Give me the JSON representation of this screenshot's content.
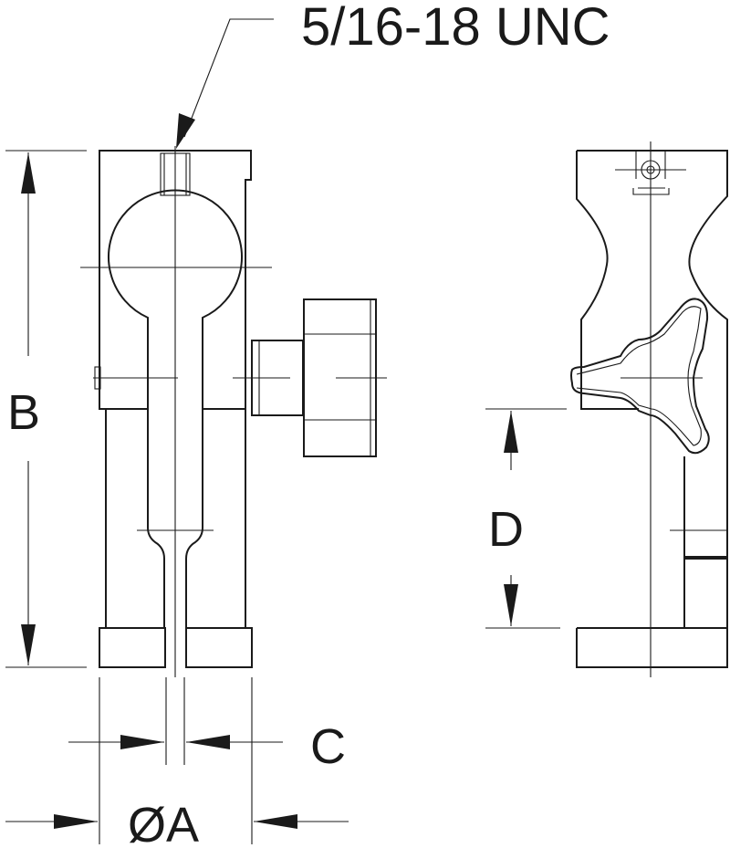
{
  "labels": {
    "thread": "5/16-18 UNC",
    "dim_a": "ØA",
    "dim_b": "B",
    "dim_c": "C",
    "dim_d": "D"
  },
  "colors": {
    "line": "#1a1a1a",
    "background": "#ffffff"
  }
}
